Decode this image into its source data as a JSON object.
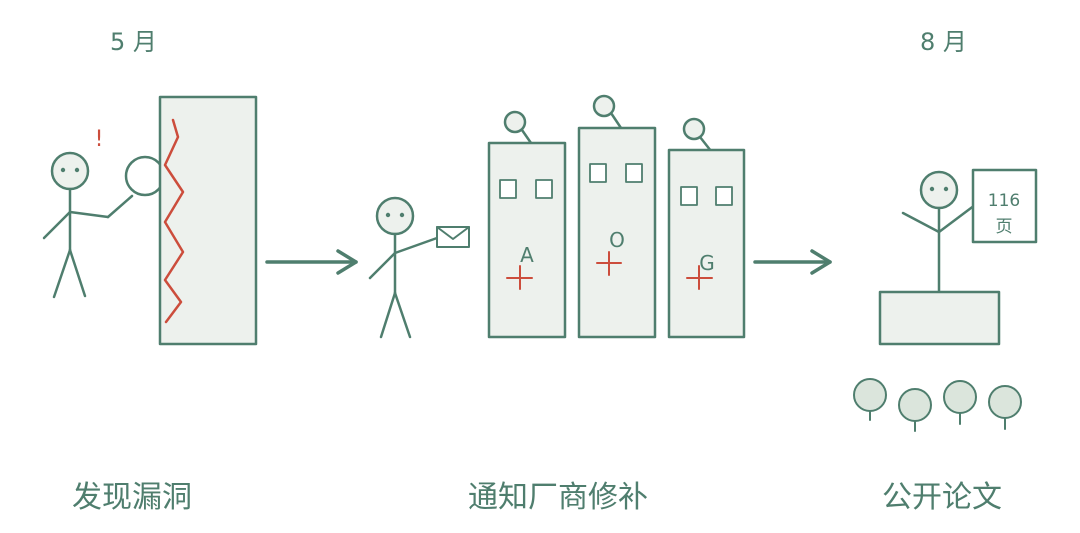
{
  "stages": [
    {
      "month": "5 月",
      "caption": "发现漏洞"
    },
    {
      "month": "",
      "caption": "通知厂商修补"
    },
    {
      "month": "8 月",
      "caption": "公开论文"
    }
  ],
  "alert_mark": "!",
  "vendors": [
    "A",
    "O",
    "G"
  ],
  "paper_pages": [
    "116",
    "页"
  ],
  "colors": {
    "ink": "#4f7e6e",
    "fill": "#edf1ed",
    "crack": "#cc4d3c",
    "tree": "#dbe5dc"
  }
}
